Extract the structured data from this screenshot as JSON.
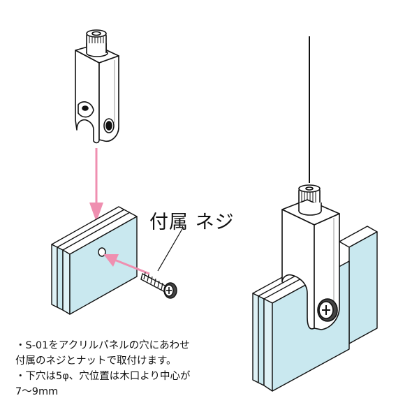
{
  "label_screw": "付属 ネジ",
  "notes": [
    "・S-01をアクリルパネルの穴にあわせ",
    "付属のネジとナットで取付けます。",
    "・下穴は5φ、穴位置は木口より中心が",
    "7〜9mm"
  ],
  "colors": {
    "panel_face": "#c9e8ef",
    "panel_edge": "#dff2f6",
    "arrow": "#ef8fb0",
    "outline": "#111111",
    "metal": "#ffffff",
    "metal_shade": "#e6e6e6"
  },
  "icons": [
    "fitting-icon",
    "screw-icon",
    "wire-icon",
    "acrylic-panel-icon",
    "arrow-icon"
  ]
}
